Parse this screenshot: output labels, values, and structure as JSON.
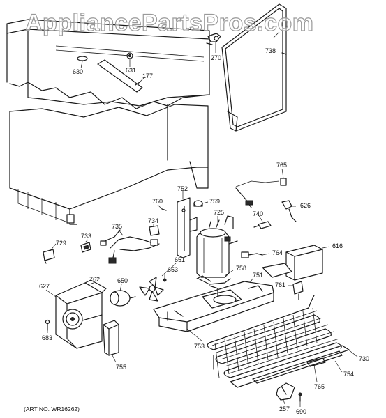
{
  "watermark": "AppliancePartsPros.com",
  "art_number": "(ART NO. WR16262)",
  "callouts": {
    "p630": "630",
    "p631": "631",
    "p177": "177",
    "p270": "270",
    "p738": "738",
    "p765a": "765",
    "p752": "752",
    "p759": "759",
    "p760": "760",
    "p725": "725",
    "p740": "740",
    "p626": "626",
    "p735": "735",
    "p734": "734",
    "p733": "733",
    "p729": "729",
    "p764": "764",
    "p616": "616",
    "p651": "651",
    "p653": "653",
    "p758": "758",
    "p751": "751",
    "p761": "761",
    "p762": "762",
    "p650": "650",
    "p627": "627",
    "p683": "683",
    "p755": "755",
    "p753": "753",
    "p730": "730",
    "p754": "754",
    "p765b": "765",
    "p257": "257",
    "p690": "690"
  }
}
